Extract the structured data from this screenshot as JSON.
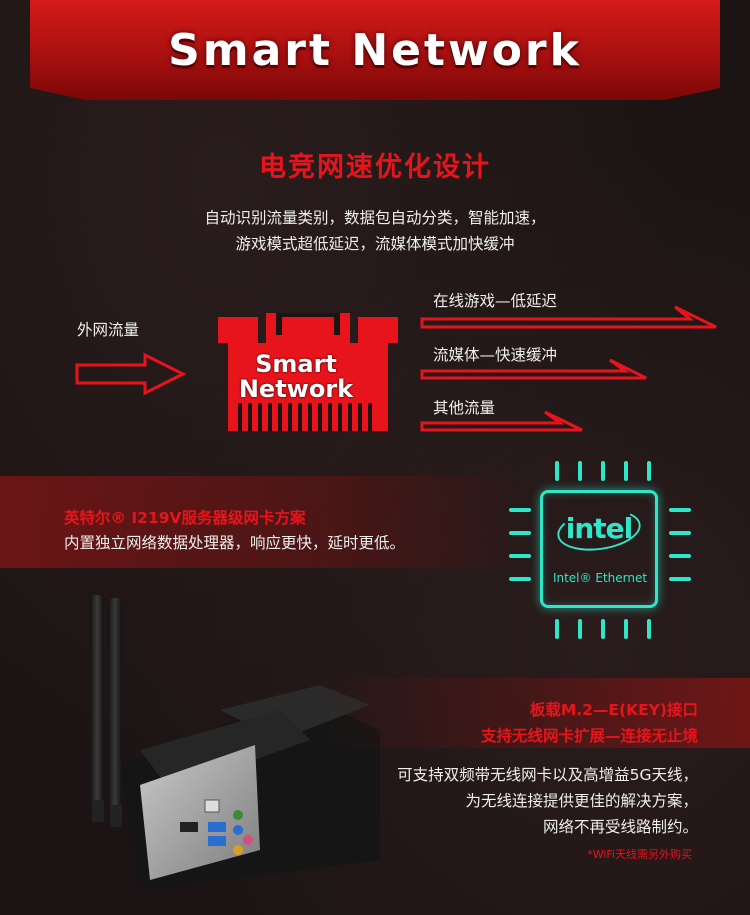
{
  "banner": {
    "title": "Smart Network"
  },
  "section": {
    "title": "电竞网速优化设计",
    "desc_line1": "自动识别流量类别，数据包自动分类，智能加速，",
    "desc_line2": "游戏模式超低延迟，流媒体模式加快缓冲"
  },
  "diagram": {
    "input_label": "外网流量",
    "center_line1": "Smart",
    "center_line2": "Network",
    "outputs": [
      "在线游戏—低延迟",
      "流媒体—快速缓冲",
      "其他流量"
    ]
  },
  "intel": {
    "title": "英特尔® I219V服务器级网卡方案",
    "subtitle": "内置独立网络数据处理器，响应更快，延时更低。",
    "logo_text": "intel",
    "logo_sub": "Intel® Ethernet"
  },
  "m2": {
    "title_line1": "板载M.2—E(KEY)接口",
    "title_line2": "支持无线网卡扩展—连接无止境",
    "desc_line1": "可支持双频带无线网卡以及高增益5G天线，",
    "desc_line2": "为无线连接提供更佳的解决方案，",
    "desc_line3": "网络不再受线路制约。",
    "note": "*WiFi天线需另外购买"
  },
  "colors": {
    "accent_red": "#e8141c",
    "teal": "#2ee6c8",
    "banner_red": "#c8161a"
  }
}
